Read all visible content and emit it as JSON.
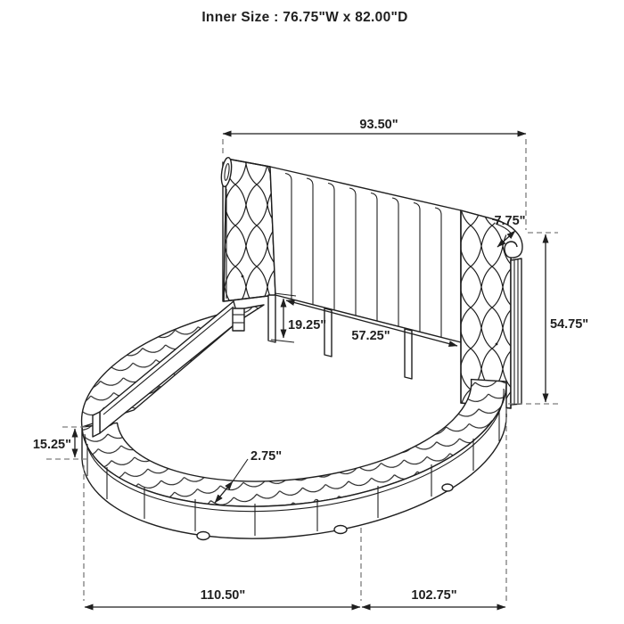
{
  "title": {
    "text": "Inner Size : 76.75\"W x 82.00\"D"
  },
  "product": {
    "description": "Round upholstered platform bed with channel-tufted headboard and scroll wings, isometric dimension drawing"
  },
  "dimensions": {
    "headboard_width": "93.50\"",
    "scroll_wing_depth": "7.75\"",
    "headboard_height": "54.75\"",
    "panel_clearance": "19.25\"",
    "headboard_inner_width": "57.25\"",
    "base_height": "15.25\"",
    "ledge_thickness": "2.75\"",
    "overall_width": "110.50\"",
    "overall_depth": "102.75\""
  },
  "colors": {
    "line": "#1f1f1f",
    "dashed_line": "#7d7d7d",
    "background": "#ffffff",
    "text": "#1f1f1f"
  }
}
